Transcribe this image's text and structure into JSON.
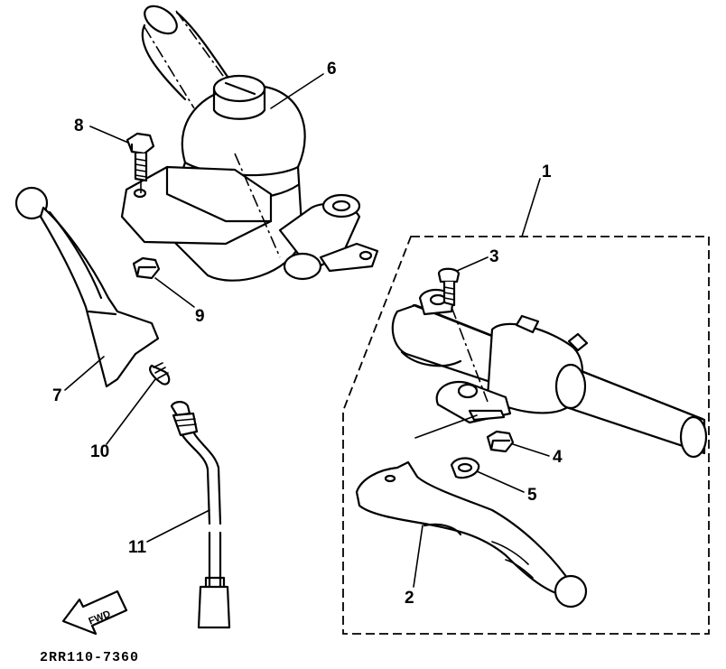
{
  "diagram": {
    "callouts": {
      "c1": "1",
      "c2": "2",
      "c3": "3",
      "c4": "4",
      "c5": "5",
      "c6": "6",
      "c7": "7",
      "c8": "8",
      "c9": "9",
      "c10": "10",
      "c11": "11"
    },
    "direction_label": "FWD",
    "drawing_code": "2RR110-7360"
  }
}
